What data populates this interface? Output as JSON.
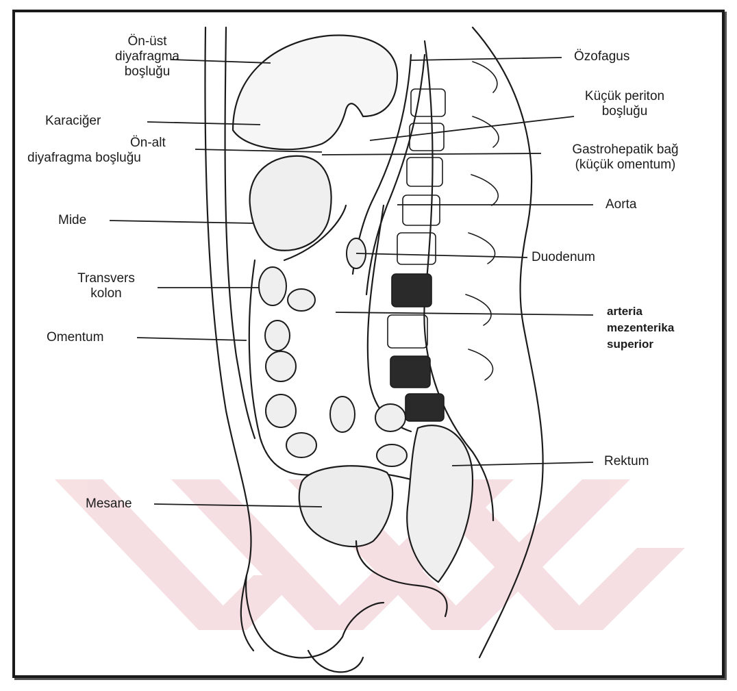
{
  "labels": {
    "on_ust": [
      "Ön-üst",
      "diyafragma",
      "boşluğu"
    ],
    "karaciger": "Karaciğer",
    "on_alt": [
      "Ön-alt",
      "diyafragma  boşluğu"
    ],
    "mide": "Mide",
    "transvers": [
      "Transvers",
      "kolon"
    ],
    "omentum": "Omentum",
    "mesane": "Mesane",
    "ozofagus": "Özofagus",
    "kucuk_periton": [
      "Küçük  periton",
      "boşluğu"
    ],
    "gastrohepatik": [
      "Gastrohepatik  bağ",
      "(küçük omentum)"
    ],
    "aorta": "Aorta",
    "duodenum": "Duodenum",
    "arteria": [
      "arteria",
      "mezenterika",
      "superior"
    ],
    "rektum": "Rektum"
  },
  "colors": {
    "watermark": "#c0152a",
    "ink": "#1b1b1b"
  }
}
